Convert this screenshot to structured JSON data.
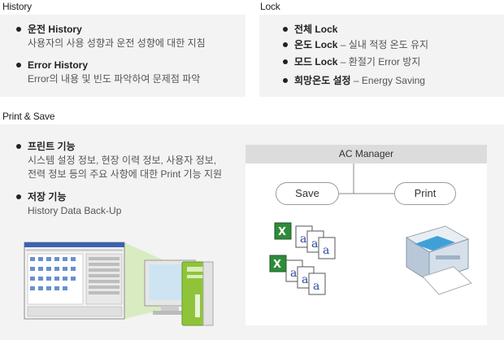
{
  "history": {
    "title": "History",
    "items": [
      {
        "head": "운전 History",
        "sub": "사용자의 사용 성향과 운전 성향에 대한 지침"
      },
      {
        "head": "Error History",
        "sub": "Error의 내용 및 빈도 파악하여 문제점 파악"
      }
    ]
  },
  "lock": {
    "title": "Lock",
    "items": [
      {
        "key": "전체 Lock",
        "desc": ""
      },
      {
        "key": "온도 Lock",
        "desc": " – 실내 적정 온도 유지"
      },
      {
        "key": "모드 Lock",
        "desc": " – 환절기 Error 방지"
      },
      {
        "key": "희망온도 설정",
        "desc": " – Energy Saving"
      }
    ]
  },
  "print_save": {
    "title": "Print & Save",
    "items": [
      {
        "head": "프린트 기능",
        "sub1": "시스템 설정 정보, 현장 이력 정보, 사용자 정보,",
        "sub2": "전력 정보 등의 주요 사항에 대한 Print 기능 지원"
      },
      {
        "head": "저장 기능",
        "sub1": "History Data Back-Up",
        "sub2": ""
      }
    ],
    "diagram": {
      "header": "AC Manager",
      "save_label": "Save",
      "print_label": "Print"
    }
  },
  "colors": {
    "panel_bg": "#f3f3f3",
    "header_bg": "#dcdcdc",
    "excel_green": "#2e8b3a",
    "pc_green": "#9acd32"
  }
}
